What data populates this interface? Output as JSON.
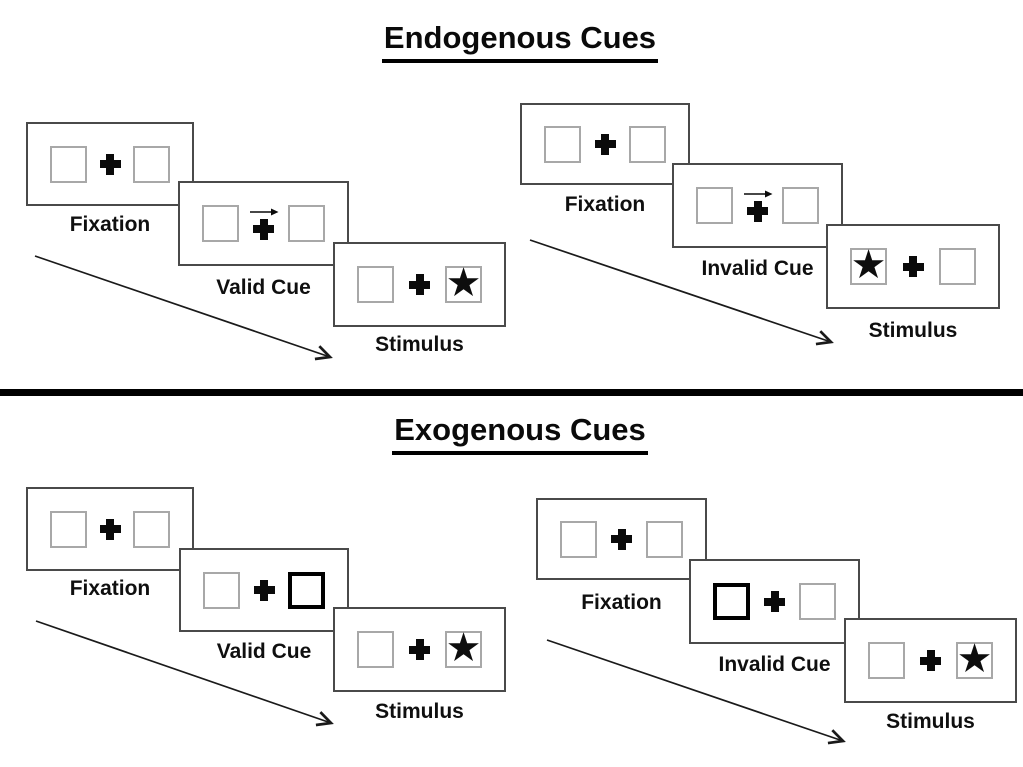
{
  "diagram": "Posner cueing task: endogenous vs exogenous attention cues",
  "colors": {
    "background": "#ffffff",
    "ink": "#000000",
    "panel_border": "#4a4a4a",
    "placeholder_box_border": "#a8a8a8",
    "cue_highlight_border": "#000000"
  },
  "glyphs": {
    "star": "★"
  },
  "sections": [
    {
      "title": "Endogenous Cues",
      "cue_type": "central-arrow",
      "groups": [
        {
          "condition": "valid",
          "panels": [
            {
              "type": "fixation",
              "label": "Fixation"
            },
            {
              "type": "arrow-cue",
              "label": "Valid Cue",
              "arrow_direction": "right"
            },
            {
              "type": "stimulus",
              "label": "Stimulus",
              "star_position": "right"
            }
          ]
        },
        {
          "condition": "invalid",
          "panels": [
            {
              "type": "fixation",
              "label": "Fixation"
            },
            {
              "type": "arrow-cue",
              "label": "Invalid Cue",
              "arrow_direction": "right"
            },
            {
              "type": "stimulus",
              "label": "Stimulus",
              "star_position": "left"
            }
          ]
        }
      ]
    },
    {
      "title": "Exogenous Cues",
      "cue_type": "peripheral-box-highlight",
      "groups": [
        {
          "condition": "valid",
          "panels": [
            {
              "type": "fixation",
              "label": "Fixation"
            },
            {
              "type": "box-cue",
              "label": "Valid Cue",
              "highlight_position": "right"
            },
            {
              "type": "stimulus",
              "label": "Stimulus",
              "star_position": "right"
            }
          ]
        },
        {
          "condition": "invalid",
          "panels": [
            {
              "type": "fixation",
              "label": "Fixation"
            },
            {
              "type": "box-cue",
              "label": "Invalid Cue",
              "highlight_position": "left"
            },
            {
              "type": "stimulus",
              "label": "Stimulus",
              "star_position": "right"
            }
          ]
        }
      ]
    }
  ]
}
